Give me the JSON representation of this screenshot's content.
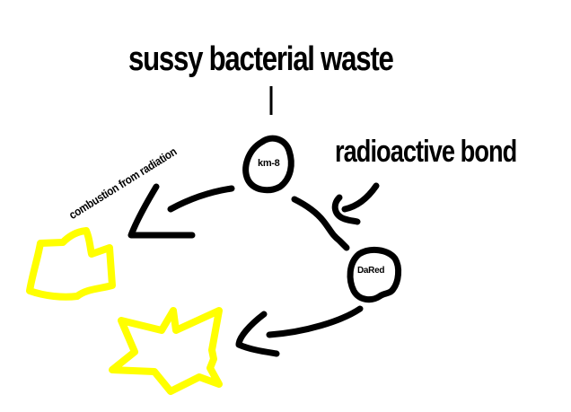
{
  "diagram": {
    "title": "sussy bacterial waste",
    "annotations": {
      "bond": "radioactive bond",
      "combustion": "combustion from radiation"
    },
    "nodes": [
      {
        "id": "km8",
        "label": "km-8",
        "fill": "#66ff33",
        "outline": "#000000"
      },
      {
        "id": "dared",
        "label": "DaRed",
        "fill": "#ff0000",
        "outline": "#000000"
      }
    ],
    "explosions": [
      {
        "id": "explosion-left",
        "stroke": "#ffff00"
      },
      {
        "id": "explosion-bottom",
        "stroke": "#ffff00"
      }
    ],
    "colors": {
      "background": "#ffffff",
      "ink": "#000000",
      "green": "#66ff33",
      "red": "#ff0000",
      "yellow": "#ffff00"
    }
  }
}
